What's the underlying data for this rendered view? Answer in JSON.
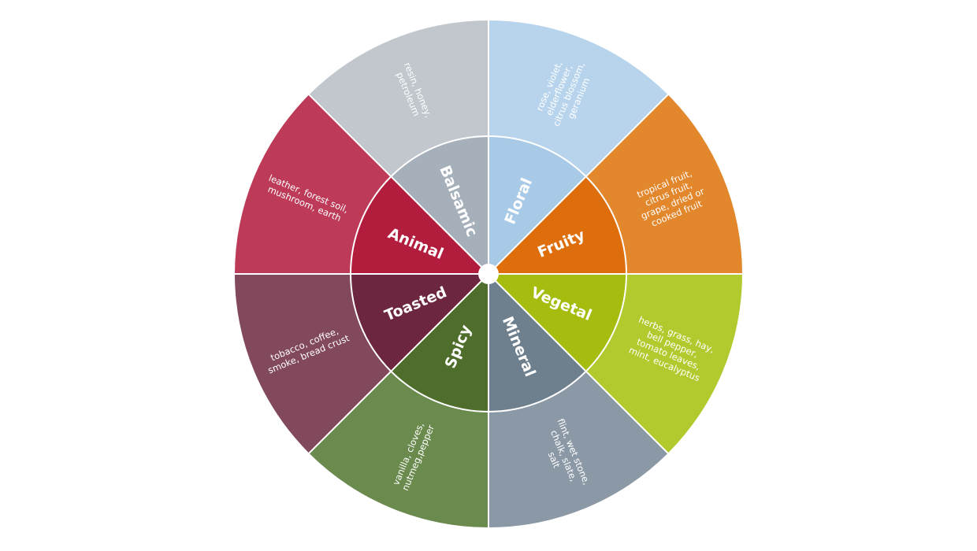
{
  "wheel": {
    "segments": [
      {
        "id": "floral",
        "category": "Floral",
        "descriptors": [
          "rose, violet,",
          "elderflower,",
          "citrus blossom,",
          "geranium"
        ],
        "inner_color": "#a9cae6",
        "outer_color": "#b7d4ec"
      },
      {
        "id": "fruity",
        "category": "Fruity",
        "descriptors": [
          "tropical fruit,",
          "citrus fruit,",
          "grape, dried or",
          "cooked fruit"
        ],
        "inner_color": "#de6e0b",
        "outer_color": "#e2872c"
      },
      {
        "id": "vegetal",
        "category": "Vegetal",
        "descriptors": [
          "herbs, grass, hay,",
          "bell pepper,",
          "tomato leaves,",
          "mint, eucalyptus"
        ],
        "inner_color": "#a6bd0f",
        "outer_color": "#b3ca2f"
      },
      {
        "id": "mineral",
        "category": "Mineral",
        "descriptors": [
          "flint, wet stone,",
          "chalk, slate,",
          "salt"
        ],
        "inner_color": "#6e7f8e",
        "outer_color": "#8b99a6"
      },
      {
        "id": "spicy",
        "category": "Spicy",
        "descriptors": [
          "vanilla, cloves,",
          "nutmeg,pepper"
        ],
        "inner_color": "#4f6e2c",
        "outer_color": "#6b8a4e"
      },
      {
        "id": "toasted",
        "category": "Toasted",
        "descriptors": [
          "tobacco, coffee,",
          "smoke, bread crust"
        ],
        "inner_color": "#6d2640",
        "outer_color": "#82485c"
      },
      {
        "id": "animal",
        "category": "Animal",
        "descriptors": [
          "leather, forest soil,",
          "mushroom, earth"
        ],
        "inner_color": "#b21d3d",
        "outer_color": "#bd3b58"
      },
      {
        "id": "balsamic",
        "category": "Balsamic",
        "descriptors": [
          "resin, honey,",
          "petroleum"
        ],
        "inner_color": "#a6b0ba",
        "outer_color": "#c1c7cd"
      }
    ]
  }
}
